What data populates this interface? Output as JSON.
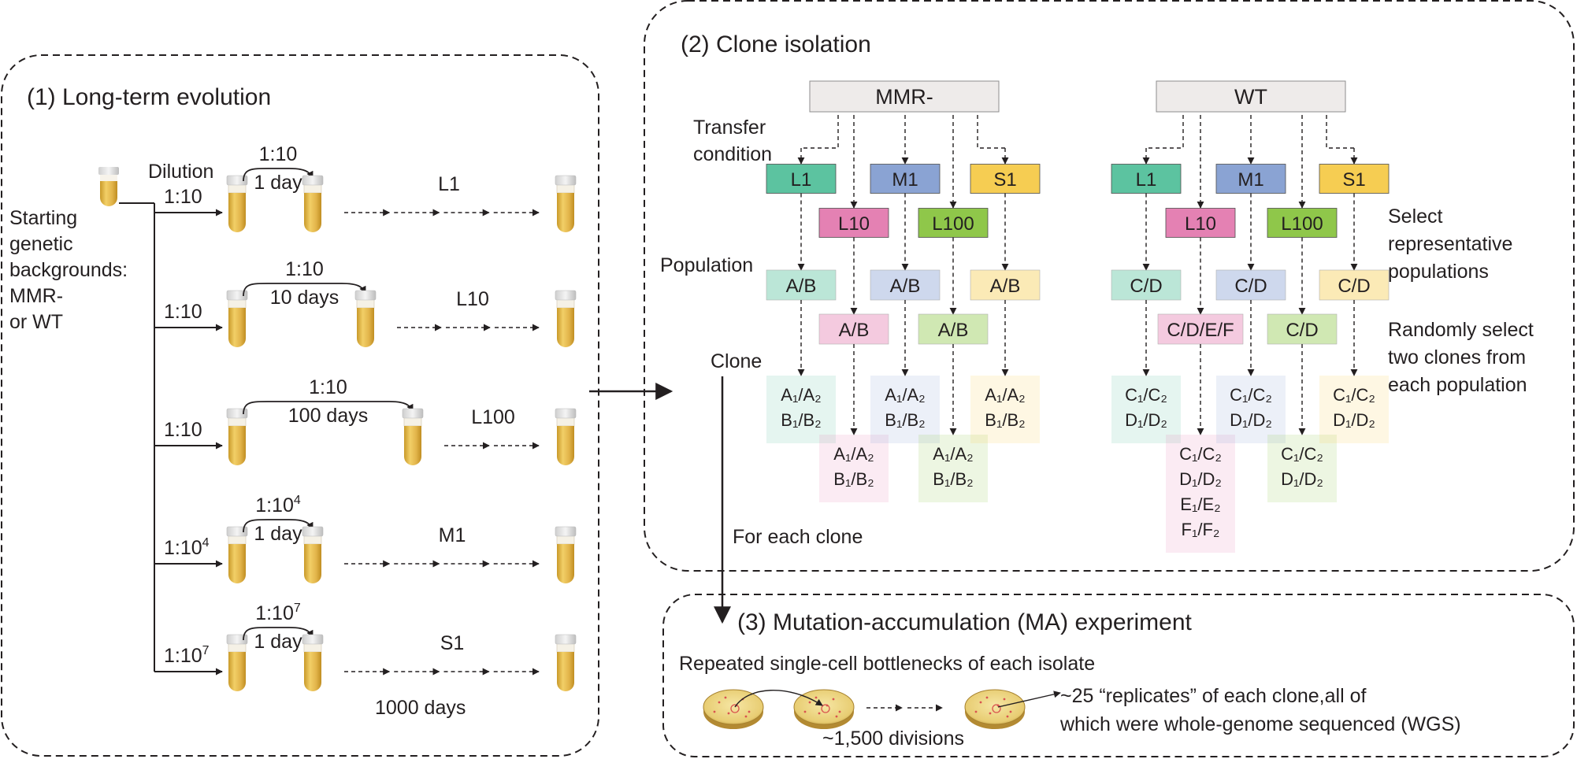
{
  "panel1": {
    "title": "(1) Long-term evolution",
    "starting_text": [
      "Starting",
      "genetic",
      "backgrounds:",
      "MMR-",
      "or WT"
    ],
    "dilution_header": "Dilution",
    "rows": [
      {
        "dilution": "1:10",
        "dilution_sup": "",
        "transfer_ratio": "1:10",
        "transfer_sup": "",
        "interval": "1 day",
        "label": "L1"
      },
      {
        "dilution": "1:10",
        "dilution_sup": "",
        "transfer_ratio": "1:10",
        "transfer_sup": "",
        "interval": "10 days",
        "label": "L10"
      },
      {
        "dilution": "1:10",
        "dilution_sup": "",
        "transfer_ratio": "1:10",
        "transfer_sup": "",
        "interval": "100 days",
        "label": "L100"
      },
      {
        "dilution": "1:10",
        "dilution_sup": "4",
        "transfer_ratio": "1:10",
        "transfer_sup": "4",
        "interval": "1 day",
        "label": "M1"
      },
      {
        "dilution": "1:10",
        "dilution_sup": "7",
        "transfer_ratio": "1:10",
        "transfer_sup": "7",
        "interval": "1 day",
        "label": "S1"
      }
    ],
    "duration": "1000 days"
  },
  "panel2": {
    "title": "(2) Clone isolation",
    "row_labels": {
      "transfer": [
        "Transfer",
        "condition"
      ],
      "population": "Population",
      "clone": "Clone"
    },
    "side_notes": {
      "select": [
        "Select",
        "representative",
        "populations"
      ],
      "random": [
        "Randomly select",
        "two clones from",
        "each population"
      ]
    },
    "groups": [
      {
        "name": "MMR-",
        "conditions": [
          {
            "label": "L1",
            "population": "A/B",
            "clones": [
              "A₁/A₂",
              "B₁/B₂"
            ]
          },
          {
            "label": "L10",
            "population": "A/B",
            "clones": [
              "A₁/A₂",
              "B₁/B₂"
            ]
          },
          {
            "label": "M1",
            "population": "A/B",
            "clones": [
              "A₁/A₂",
              "B₁/B₂"
            ]
          },
          {
            "label": "L100",
            "population": "A/B",
            "clones": [
              "A₁/A₂",
              "B₁/B₂"
            ]
          },
          {
            "label": "S1",
            "population": "A/B",
            "clones": [
              "A₁/A₂",
              "B₁/B₂"
            ]
          }
        ]
      },
      {
        "name": "WT",
        "conditions": [
          {
            "label": "L1",
            "population": "C/D",
            "clones": [
              "C₁/C₂",
              "D₁/D₂"
            ]
          },
          {
            "label": "L10",
            "population": "C/D/E/F",
            "clones": [
              "C₁/C₂",
              "D₁/D₂",
              "E₁/E₂",
              "F₁/F₂"
            ]
          },
          {
            "label": "M1",
            "population": "C/D",
            "clones": [
              "C₁/C₂",
              "D₁/D₂"
            ]
          },
          {
            "label": "L100",
            "population": "C/D",
            "clones": [
              "C₁/C₂",
              "D₁/D₂"
            ]
          },
          {
            "label": "S1",
            "population": "C/D",
            "clones": [
              "C₁/C₂",
              "D₁/D₂"
            ]
          }
        ]
      }
    ],
    "colors": {
      "L1": "#5cc3a0",
      "L10": "#e481b3",
      "M1": "#8aa3d3",
      "L100": "#8fc74a",
      "S1": "#f6cd52",
      "header_fill": "#eeebea"
    }
  },
  "connector_label": "For each clone",
  "panel3": {
    "title": "(3) Mutation-accumulation (MA) experiment",
    "subtitle": "Repeated single-cell bottlenecks of each isolate",
    "divisions": "~1,500 divisions",
    "description": [
      "~25 “replicates” of each clone,all of",
      "which were whole-genome sequenced (WGS)"
    ]
  }
}
